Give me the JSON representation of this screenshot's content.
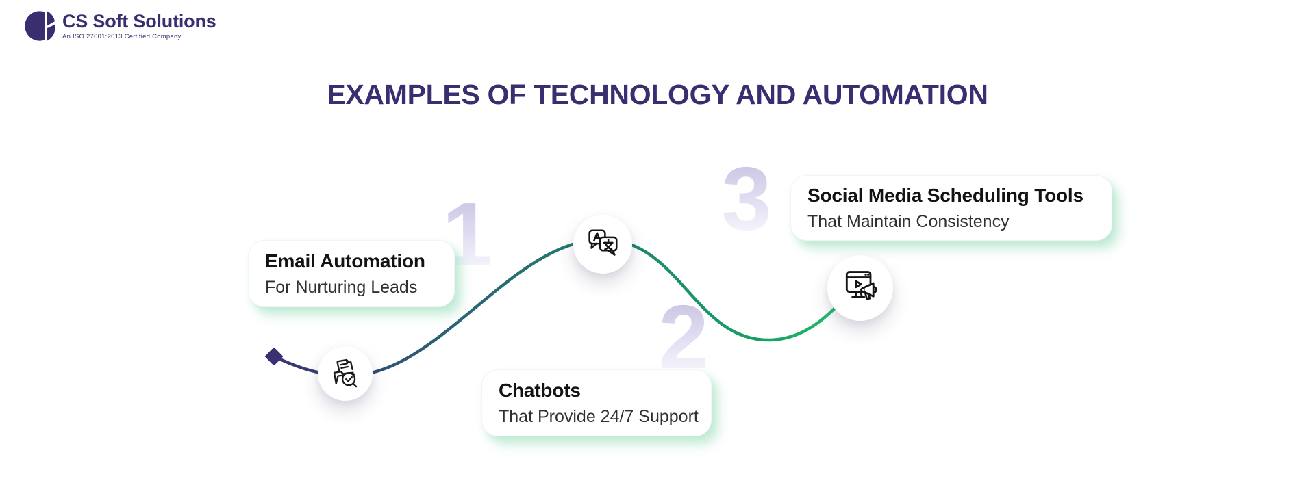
{
  "brand": {
    "name": "CS Soft Solutions",
    "tagline": "An ISO 27001:2013 Certified Company",
    "logo_icon": "cs-logo-mark",
    "color": "#3a2d70"
  },
  "heading": {
    "text": "EXAMPLES OF TECHNOLOGY AND AUTOMATION",
    "color": "#3a2d70"
  },
  "steps": [
    {
      "number": "1",
      "title": "Email Automation",
      "subtitle": "For Nurturing Leads",
      "icon": "document-search-check-icon"
    },
    {
      "number": "2",
      "title": "Chatbots",
      "subtitle": "That Provide 24/7 Support",
      "icon": "translation-chat-icon"
    },
    {
      "number": "3",
      "title": "Social Media Scheduling Tools",
      "subtitle": "That Maintain Consistency",
      "icon": "social-media-promotion-icon"
    }
  ],
  "flow_line": {
    "shape": "s-curve",
    "start_marker": "diamond",
    "gradient": [
      "#3b3172",
      "#2e5a74",
      "#1f8171",
      "#15a161",
      "#2dbf75"
    ]
  },
  "colors": {
    "card_glow": "#abe3c6",
    "number_gradient_top": "#c5c0df",
    "number_gradient_bottom": "#fbfbfe",
    "card_title_text": "#131313",
    "card_subtitle_text": "#303030",
    "icon_stroke": "#1b1b1b",
    "background": "#ffffff"
  }
}
